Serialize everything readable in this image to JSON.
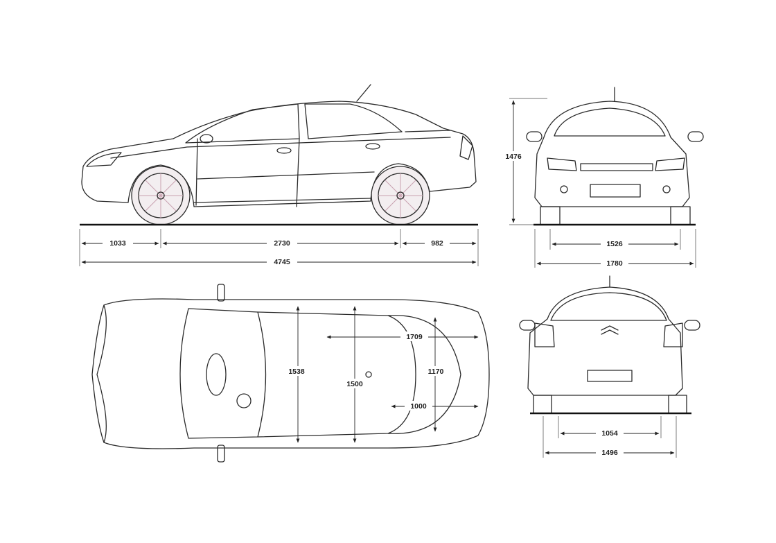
{
  "dimensions": {
    "front_overhang": "1033",
    "wheelbase": "2730",
    "rear_overhang": "982",
    "overall_length": "4745",
    "front_track": "1526",
    "overall_width": "1780",
    "height": "1476",
    "rear_track": "1054",
    "rear_overall_width": "1496",
    "cabin_width_front": "1538",
    "cabin_width_rear": "1500",
    "boot_length": "1709",
    "boot_width": "1170",
    "boot_depth": "1000"
  },
  "icons": {
    "badge": "double-chevron-badge-icon"
  }
}
